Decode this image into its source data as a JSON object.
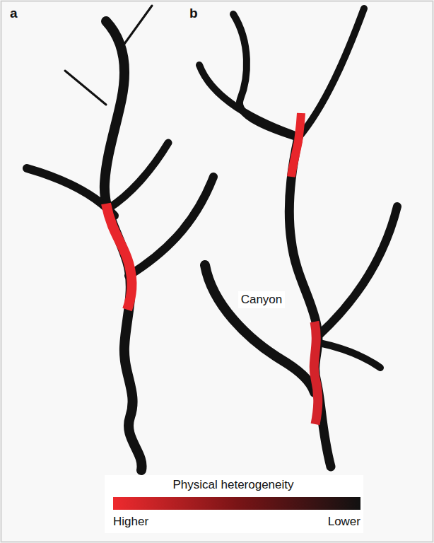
{
  "diagram": {
    "labels": [
      "a",
      "b",
      "Canyon",
      "Physical heterogeneity",
      "Higher",
      "Lower"
    ]
  }
}
